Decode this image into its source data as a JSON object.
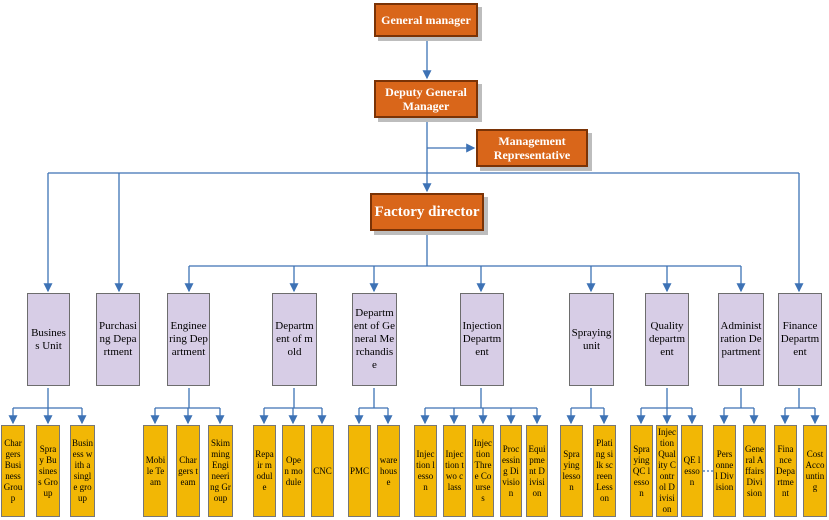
{
  "chart": {
    "top": [
      {
        "id": "gm",
        "label": "General manager"
      },
      {
        "id": "dgm",
        "label": "Deputy General Manager"
      },
      {
        "id": "mr",
        "label": "Management Representative"
      },
      {
        "id": "fd",
        "label": "Factory director"
      }
    ],
    "departments": [
      {
        "id": "bu",
        "label": "Business Unit"
      },
      {
        "id": "pd",
        "label": "Purchasing Department"
      },
      {
        "id": "ed",
        "label": "Engineering Department"
      },
      {
        "id": "dm",
        "label": "Department of mold"
      },
      {
        "id": "gmd",
        "label": "Department of General Merchandise"
      },
      {
        "id": "id",
        "label": "Injection Department"
      },
      {
        "id": "su",
        "label": "Spraying unit"
      },
      {
        "id": "qd",
        "label": "Quality department"
      },
      {
        "id": "ad",
        "label": "Administration Department"
      },
      {
        "id": "fin",
        "label": "Finance Department"
      }
    ],
    "units": [
      {
        "parent": "bu",
        "label": "Chargers Business Group"
      },
      {
        "parent": "bu",
        "label": "Spray Business Group"
      },
      {
        "parent": "bu",
        "label": "Business with a single group"
      },
      {
        "parent": "ed",
        "label": "Mobile Team"
      },
      {
        "parent": "ed",
        "label": "Chargers team"
      },
      {
        "parent": "ed",
        "label": "Skimming Engineering Group"
      },
      {
        "parent": "dm",
        "label": "Repair module"
      },
      {
        "parent": "dm",
        "label": "Open module"
      },
      {
        "parent": "dm",
        "label": "CNC"
      },
      {
        "parent": "gmd",
        "label": "PMC"
      },
      {
        "parent": "gmd",
        "label": "warehouse"
      },
      {
        "parent": "id",
        "label": "Injection lesson"
      },
      {
        "parent": "id",
        "label": "Injection two class"
      },
      {
        "parent": "id",
        "label": "Injection Three Courses"
      },
      {
        "parent": "id",
        "label": "Processing Division"
      },
      {
        "parent": "id",
        "label": "Equipment Division"
      },
      {
        "parent": "su",
        "label": "Spraying lesson"
      },
      {
        "parent": "su",
        "label": "Plating silk screen Lesson"
      },
      {
        "parent": "qd",
        "label": "Spraying QC lesson"
      },
      {
        "parent": "qd",
        "label": "Injection Quality Control Division"
      },
      {
        "parent": "qd",
        "label": "QE lesson"
      },
      {
        "parent": "ad",
        "label": "Personnel Division"
      },
      {
        "parent": "ad",
        "label": "General Affairs Division"
      },
      {
        "parent": "fin",
        "label": "Finance Department"
      },
      {
        "parent": "fin",
        "label": "Cost Accounting"
      }
    ]
  },
  "colors": {
    "top_fill": "#d9661a",
    "dept_fill": "#d7cde6",
    "unit_fill": "#f2b705",
    "connector": "#3d72b5"
  }
}
